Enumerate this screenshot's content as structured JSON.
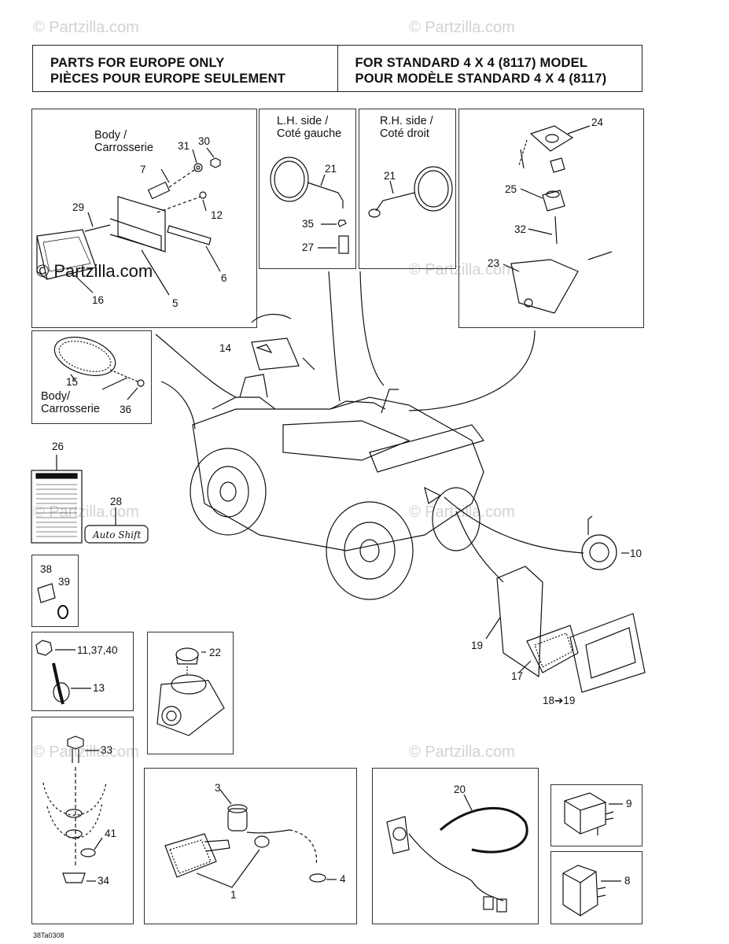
{
  "header": {
    "left_line1": "PARTS FOR EUROPE ONLY",
    "left_line2": "PIÈCES POUR EUROPE SEULEMENT",
    "right_line1": "FOR STANDARD 4 X 4 (8117) MODEL",
    "right_line2": "POUR MODÈLE STANDARD 4 X 4 (8117)"
  },
  "watermark": {
    "text": "© Partzilla.com",
    "strong_text": "© Partzilla.com"
  },
  "captions": {
    "body_en": "Body /",
    "body_fr": "Carrosserie",
    "body_en_2": "Body/",
    "body_fr_2": "Carrosserie",
    "lh_side_en": "L.H. side /",
    "lh_side_fr": "Coté gauche",
    "rh_side_en": "R.H. side /",
    "rh_side_fr": "Coté droit"
  },
  "labels": {
    "p30": "30",
    "p31": "31",
    "p7": "7",
    "p29": "29",
    "p12": "12",
    "p6": "6",
    "p5": "5",
    "p16": "16",
    "p21_lh": "21",
    "p35": "35",
    "p27": "27",
    "p21_rh": "21",
    "p24": "24",
    "p25": "25",
    "p32": "32",
    "p23": "23",
    "p14": "14",
    "p15": "15",
    "p36": "36",
    "p26": "26",
    "p28": "28",
    "p38": "38",
    "p39": "39",
    "p11_37_40": "11,37,40",
    "p13": "13",
    "p22": "22",
    "p10": "10",
    "p19": "19",
    "p17": "17",
    "p18_19": "18➔19",
    "p33": "33",
    "p41": "41",
    "p34": "34",
    "p3": "3",
    "p4": "4",
    "p1": "1",
    "p20": "20",
    "p9": "9",
    "p8": "8"
  },
  "decal_text": "Auto Shift",
  "drawing_id": "38Ta0308"
}
